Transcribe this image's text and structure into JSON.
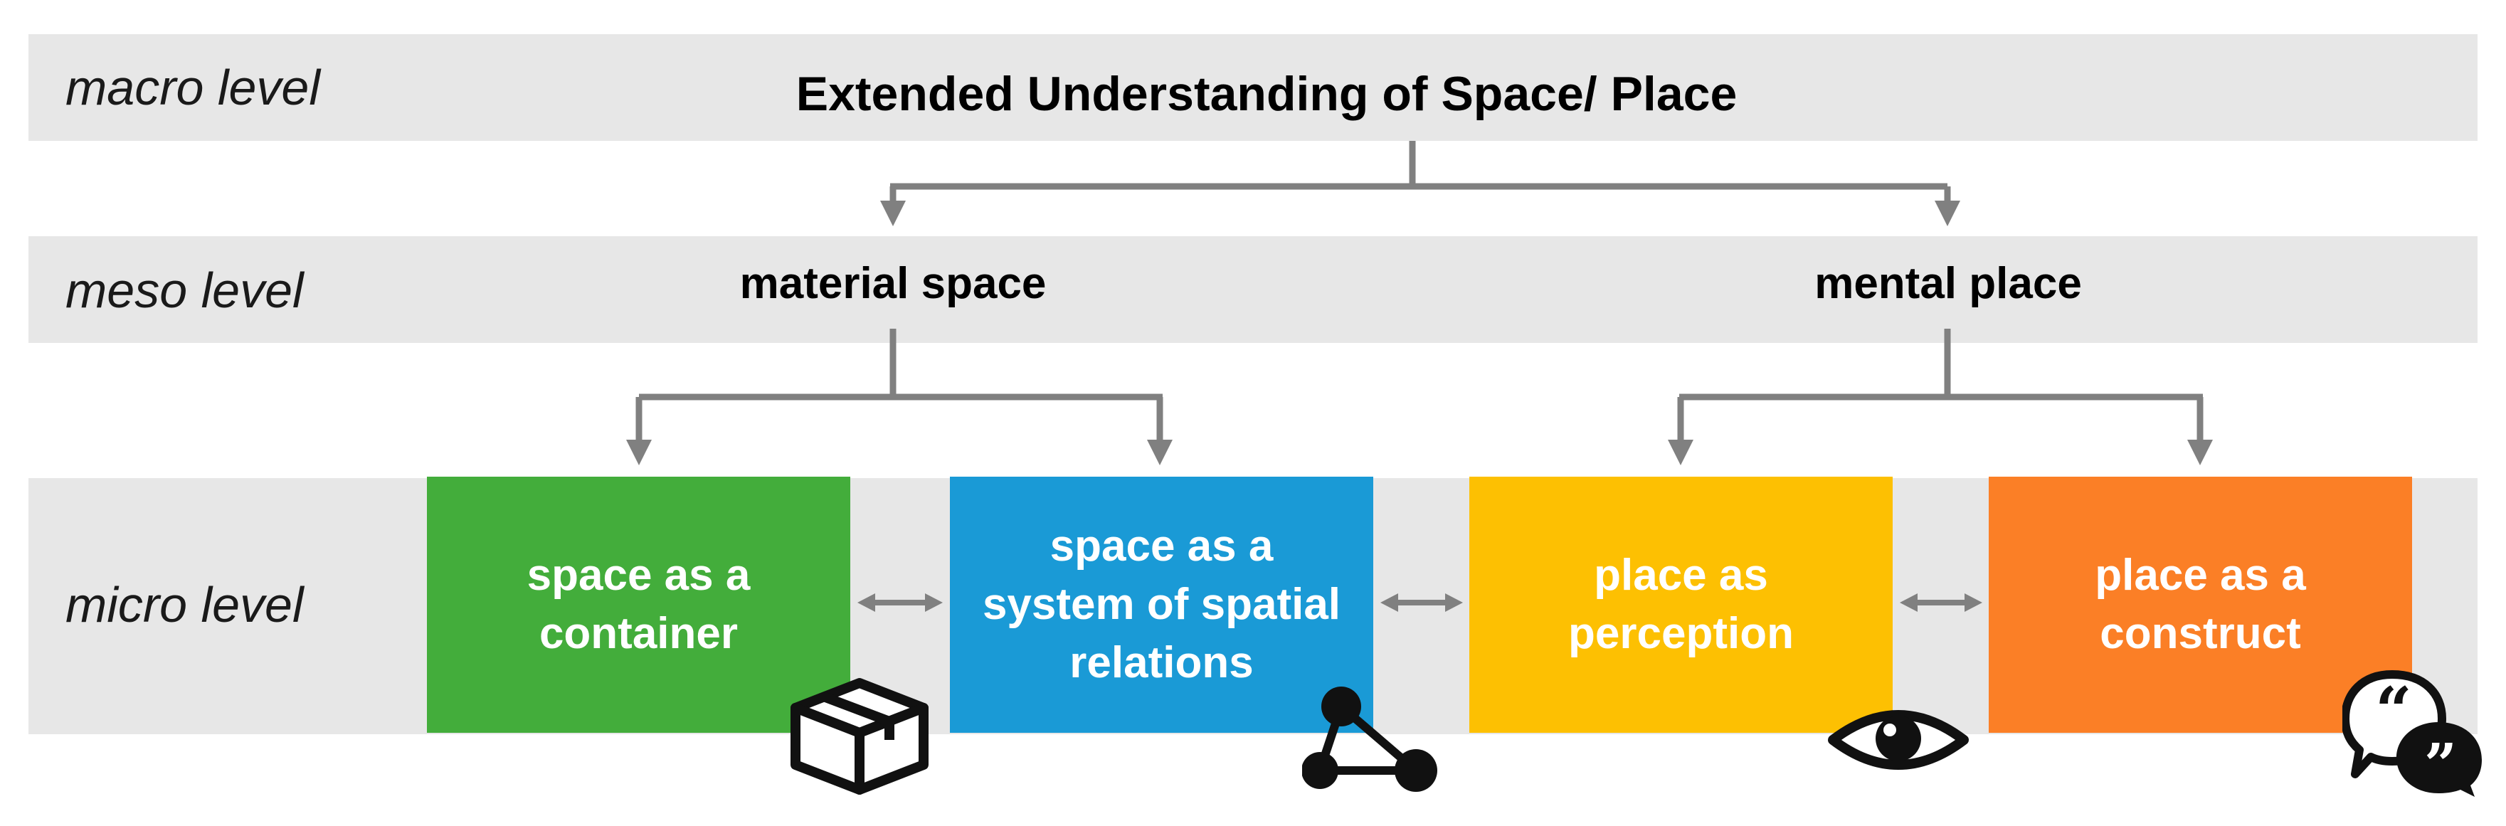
{
  "levels": {
    "macro": "macro level",
    "meso": "meso level",
    "micro": "micro level"
  },
  "macro": {
    "title": "Extended Understanding of Space/ Place"
  },
  "meso": {
    "left": "material space",
    "right": "mental place"
  },
  "micro": {
    "boxes": [
      {
        "text": "space as a\ncontainer",
        "color": "#43ad3b",
        "icon": "box-icon"
      },
      {
        "text": "space as a\nsystem of spatial\nrelations",
        "color": "#1a9ad6",
        "icon": "network-triangle-icon"
      },
      {
        "text": "place as\nperception",
        "color": "#fdc002",
        "icon": "eye-icon"
      },
      {
        "text": "place as a\nconstruct",
        "color": "#fb7f26",
        "icon": "speech-bubbles-icon"
      }
    ]
  },
  "colors": {
    "band": "#e7e7e7",
    "connector": "#808080",
    "text": "#000000"
  }
}
